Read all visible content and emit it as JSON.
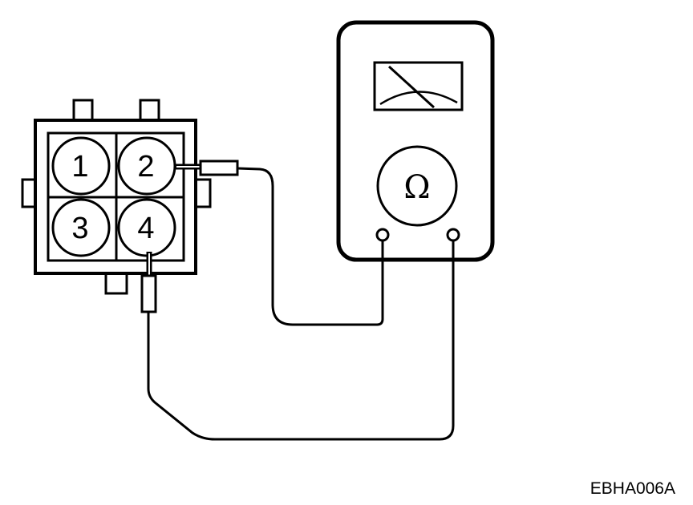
{
  "connector": {
    "pins": [
      "1",
      "2",
      "3",
      "4"
    ]
  },
  "meter": {
    "symbol": "Ω"
  },
  "figure_code": "EBHA006A"
}
